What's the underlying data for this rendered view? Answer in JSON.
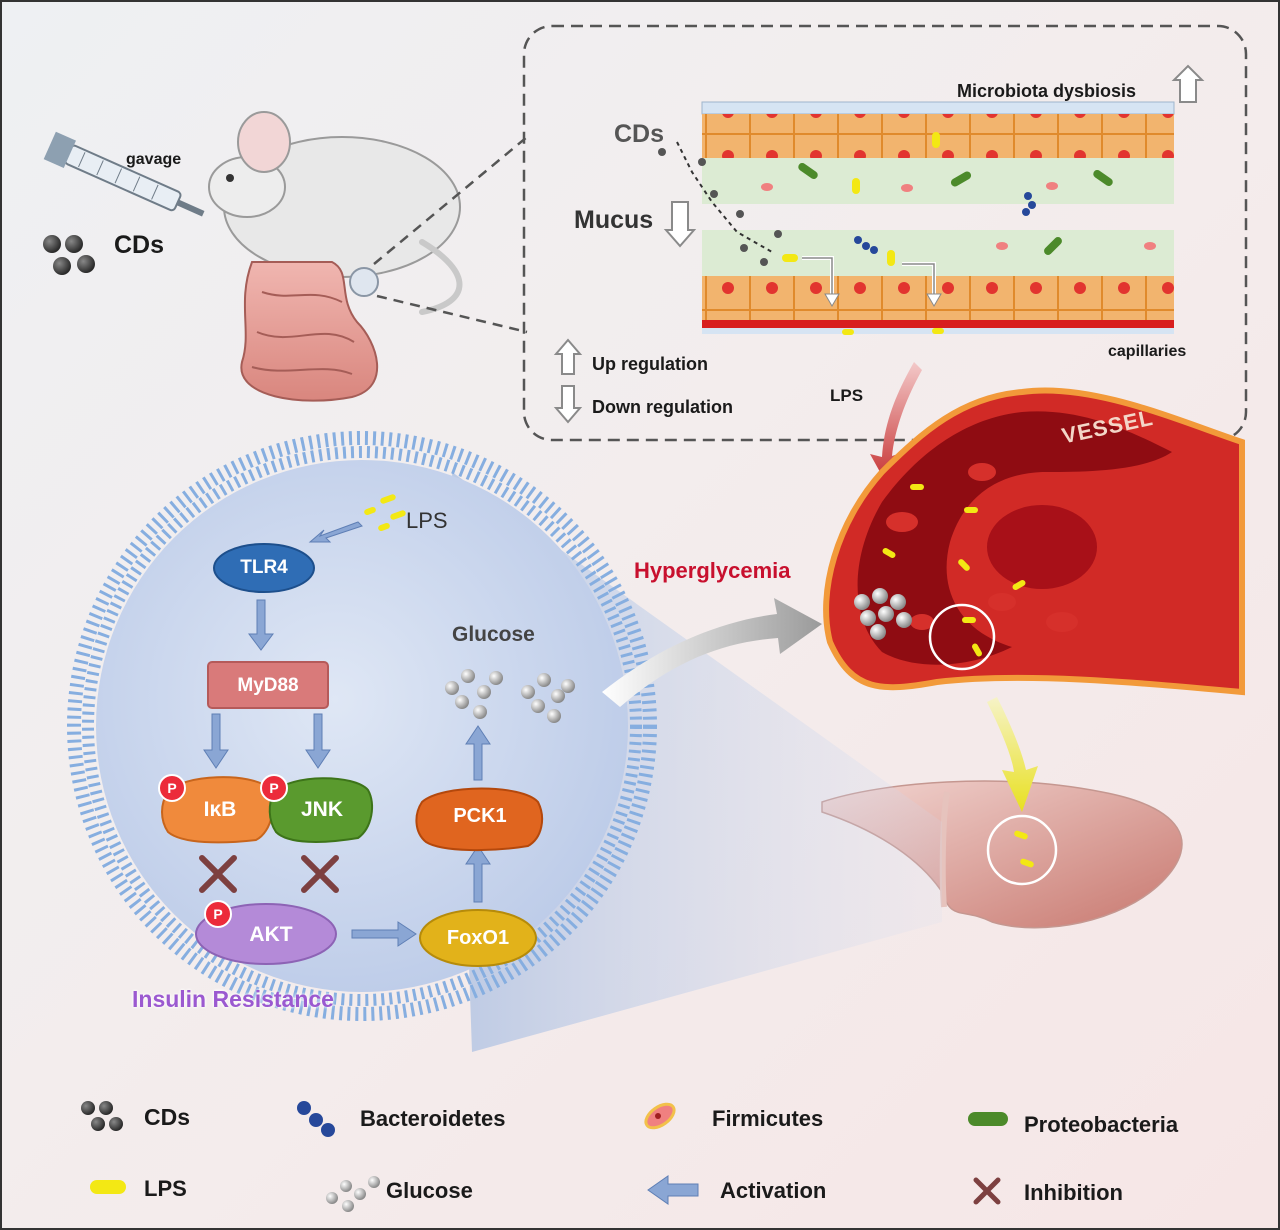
{
  "intake": {
    "gavage_label": "gavage",
    "cds_label": "CDs"
  },
  "intestine_inset": {
    "microbiota_label": "Microbiota dysbiosis",
    "cds_label": "CDs",
    "mucus_label": "Mucus",
    "capillaries_label": "capillaries",
    "up_label": "Up regulation",
    "down_label": "Down regulation",
    "lps_label": "LPS"
  },
  "vessel": {
    "vessel_label": "VESSEL",
    "hyperglycemia_label": "Hyperglycemia",
    "hyperglycemia_color": "#c8102e"
  },
  "cell": {
    "lps_label": "LPS",
    "glucose_label": "Glucose",
    "insulin_resistance_label": "Insulin Resistance",
    "phospho_mark": "P",
    "nodes": {
      "tlr4": "TLR4",
      "myd88": "MyD88",
      "ikb": "IκB",
      "jnk": "JNK",
      "akt": "AKT",
      "foxo1": "FoxO1",
      "pck1": "PCK1"
    }
  },
  "legend": {
    "cds": "CDs",
    "bacteroidetes": "Bacteroidetes",
    "firmicutes": "Firmicutes",
    "proteobacteria": "Proteobacteria",
    "lps": "LPS",
    "glucose": "Glucose",
    "activation": "Activation",
    "inhibition": "Inhibition"
  },
  "colors": {
    "tlr4": "#2f6db5",
    "myd88": "#d97a7a",
    "ikb": "#f08a3c",
    "jnk": "#5a9a2e",
    "akt": "#b48ad8",
    "foxo1": "#e2b21a",
    "pck1": "#e0651f",
    "lps": "#f3e814",
    "vessel": "#b8131e",
    "insulin_resistance": "#9b59d0"
  }
}
